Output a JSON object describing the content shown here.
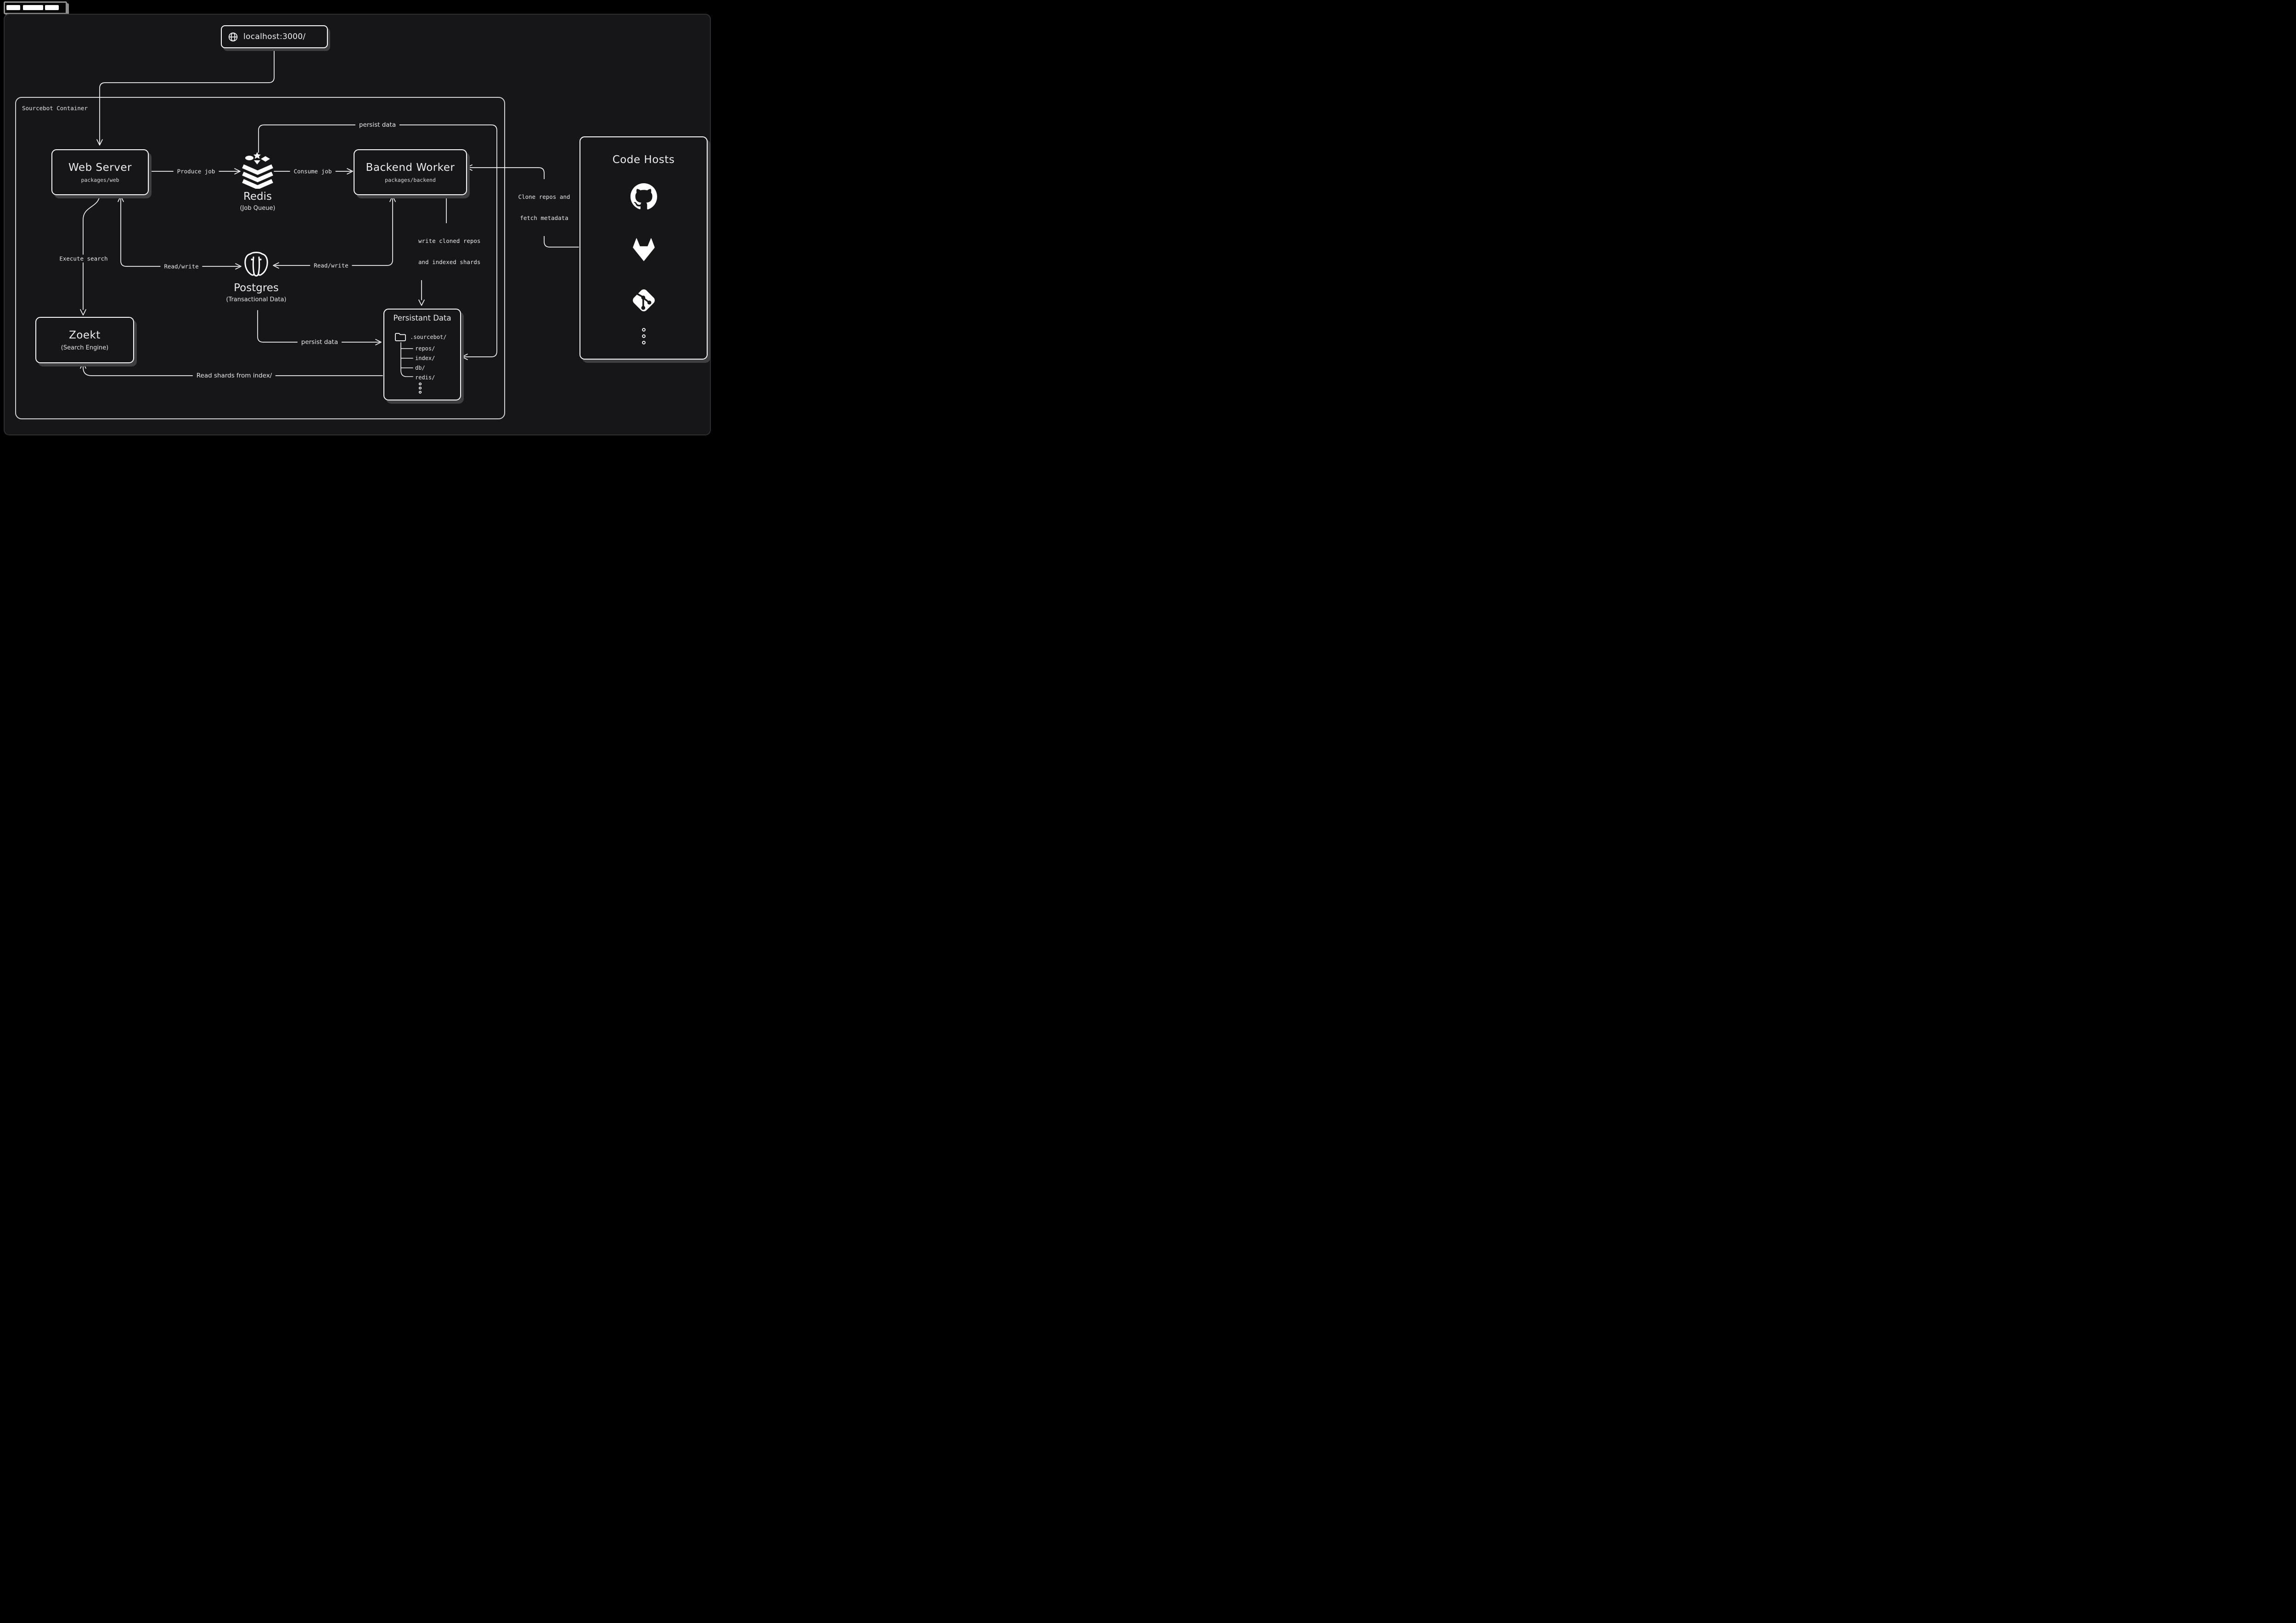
{
  "page": {
    "colors": {
      "background": "#000000",
      "panel": "#161618",
      "line": "#f4f4f5",
      "text": "#ececec",
      "box_border": "#fafafa",
      "box_shadow": "#3d3d42",
      "chrome_gray": "#8f8f8f"
    }
  },
  "browser_bar": {
    "url": "localhost:3000/",
    "icon": "globe-icon"
  },
  "container": {
    "label": "Sourcebot Container"
  },
  "nodes": {
    "web_server": {
      "title": "Web Server",
      "subtitle": "packages/web"
    },
    "redis": {
      "title": "Redis",
      "subtitle": "(Job Queue)",
      "icon": "redis-icon"
    },
    "backend_worker": {
      "title": "Backend Worker",
      "subtitle": "packages/backend"
    },
    "postgres": {
      "title": "Postgres",
      "subtitle": "(Transactional Data)",
      "icon": "postgres-icon"
    },
    "zoekt": {
      "title": "Zoekt",
      "subtitle": "(Search Engine)"
    },
    "persistant_data": {
      "title": "Persistant Data",
      "folder": ".sourcebot/",
      "tree": [
        "repos/",
        "index/",
        "db/",
        "redis/"
      ],
      "icons": [
        "folder-icon",
        "vertical-ellipsis-icon"
      ]
    },
    "code_hosts": {
      "title": "Code Hosts",
      "icons": [
        "github-icon",
        "gitlab-icon",
        "git-icon",
        "vertical-ellipsis-icon"
      ]
    }
  },
  "edges": {
    "persist_data_top": {
      "label": "persist data"
    },
    "produce_job": {
      "label": "Produce job"
    },
    "consume_job": {
      "label": "Consume job"
    },
    "read_write_left": {
      "label": "Read/write"
    },
    "read_write_right": {
      "label": "Read/write"
    },
    "execute_search": {
      "label": "Execute search"
    },
    "clone_repos": {
      "line1": "Clone repos and",
      "line2": "fetch metadata"
    },
    "write_cloned": {
      "line1": "write cloned repos",
      "line2": "and indexed shards"
    },
    "persist_data_bottom": {
      "label": "persist data"
    },
    "read_shards": {
      "label": "Read shards from index/"
    }
  }
}
